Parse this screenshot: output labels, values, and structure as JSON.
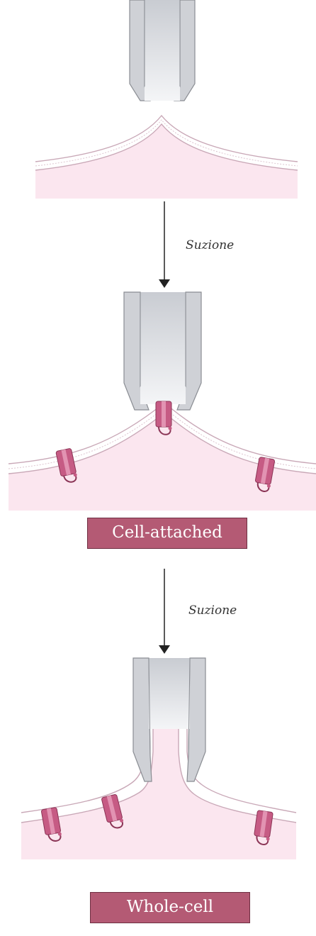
{
  "steps": {
    "first": "Suzione",
    "second": "Suzione"
  },
  "stages": {
    "cell_attached": "Cell-attached",
    "whole_cell": "Whole-cell"
  },
  "colors": {
    "cell_fill": "#fbe6ef",
    "membrane_line": "#c9a8b7",
    "pipette_fill": "#cfd1d6",
    "pipette_edge": "#8a8d93",
    "channel": "#c65b84",
    "label_fill": "#b45a74"
  }
}
